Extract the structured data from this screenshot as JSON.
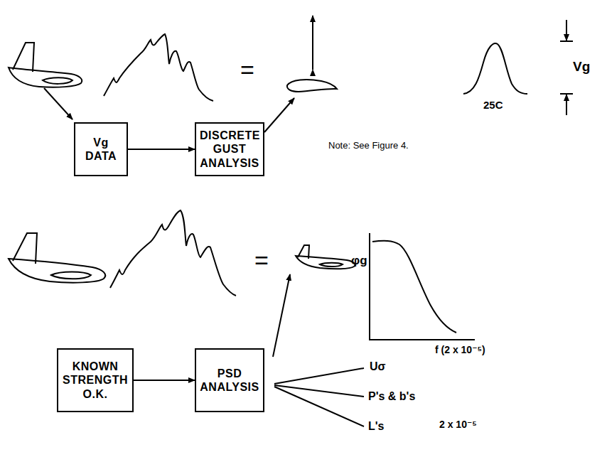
{
  "diagram": {
    "nodes": [
      {
        "text": [
          "Vg DATA"
        ]
      },
      {
        "text": [
          "DISCRETE GUST ANALYSIS"
        ]
      },
      {
        "text": [
          "KNOWN STRENGTH O.K."
        ]
      },
      {
        "text": [
          "PSD ANALYSIS"
        ]
      }
    ],
    "edges": [
      {
        "from": 0,
        "to": 1,
        "arrow": "to"
      },
      {
        "from": 2,
        "to": 3,
        "arrow": "to"
      }
    ],
    "labels": [
      "=",
      "25C",
      "Vg",
      "Note: See Figure 4.",
      "=",
      "φg",
      "f (2 x 10⁻⁵)",
      "Uσ",
      "P's & b's",
      "L's",
      "2 x 10⁻⁵"
    ]
  }
}
